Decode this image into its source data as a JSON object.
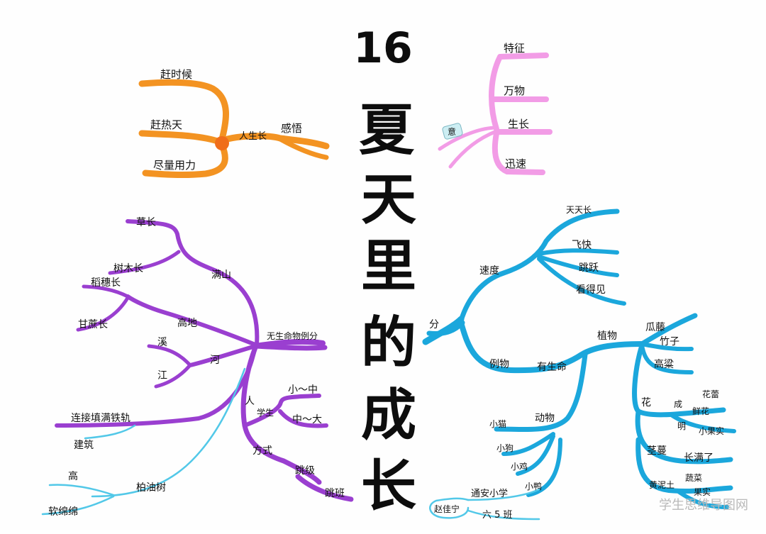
{
  "title": {
    "number": "16",
    "characters": [
      "夏",
      "天",
      "里",
      "的",
      "成",
      "长"
    ]
  },
  "watermark": "学生思维导图网",
  "branches": {
    "orange": {
      "color": "#f39322",
      "labels": {
        "gan_shi_hou": "赶时候",
        "gan_re_tian": "赶热天",
        "jin_liang_yong_li": "尽量用力",
        "ren_sheng_zhang": "人生长",
        "gan_wu": "感悟"
      }
    },
    "pink": {
      "color": "#f29ce6",
      "labels": {
        "ye": "意",
        "te_zheng": "特征",
        "wan_wu": "万物",
        "sheng_zhang": "生长",
        "xun_su": "迅速"
      }
    },
    "purple": {
      "color": "#9a3fd0",
      "labels": {
        "cao_zhang": "草长",
        "shu_mu_zhang": "树木长",
        "man_shan": "满山",
        "dao_sui_zhang": "稻穗长",
        "gan_zhe_zhang": "甘蔗长",
        "gao_di": "高地",
        "xi": "溪",
        "he": "河",
        "jiang": "江",
        "wu_sheng_ming": "无生命物例分",
        "ren": "人",
        "xiao_zhong": "小～中",
        "xue_sheng": "学生",
        "zhong_da": "中～大",
        "tian_man_tie_gui": "连接填满铁轨",
        "jian_zhu": "建筑",
        "fang_shi": "方式",
        "tiao_ji": "跳级",
        "tiao_ban": "跳班",
        "gao": "高",
        "bai_you_shu": "柏油树",
        "ruan_mian_mian": "软绵绵"
      }
    },
    "blue": {
      "color": "#1ba7dc",
      "labels": {
        "fen": "分",
        "su_du": "速度",
        "tian_tian_zhang": "天天长",
        "fei_kuai": "飞快",
        "tiao_yue": "跳跃",
        "kan_de_jian": "看得见",
        "li_wu": "例物",
        "you_sheng_ming": "有生命",
        "zhi_wu": "植物",
        "gua_teng": "瓜藤",
        "zhu_zi": "竹子",
        "gao_liang": "高粱",
        "hua": "花",
        "xiang": "成",
        "hua_lei": "花蕾",
        "xian_hua": "鲜花",
        "ming": "明",
        "xiao_guo_shi": "小果实",
        "jing_man": "茎蔓",
        "chang_man_le": "长满了",
        "huang_ni_tu": "黄泥土",
        "shu_cai": "蔬菜",
        "guo_shi": "果实",
        "dong_wu": "动物",
        "xiao_mao": "小猫",
        "xiao_gou": "小狗",
        "xiao_ji": "小鸡",
        "xiao_ya": "小鸭",
        "school": "通安小学",
        "name": "赵佳宁",
        "class_name": "六 5 班"
      }
    }
  }
}
